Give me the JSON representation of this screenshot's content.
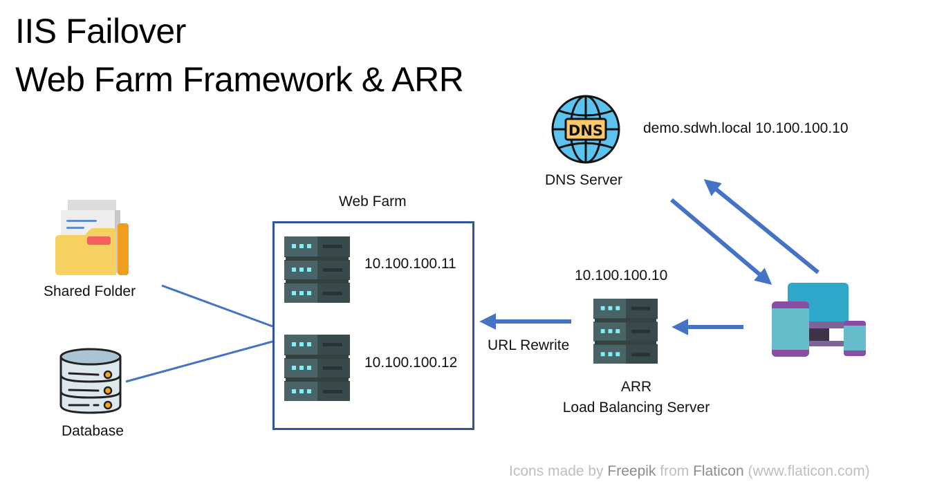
{
  "title": {
    "line1": "IIS Failover",
    "line2": "Web Farm Framework & ARR"
  },
  "dns": {
    "icon": "dns-globe-icon",
    "icon_text": "DNS",
    "label": "DNS Server",
    "record": "demo.sdwh.local 10.100.100.10"
  },
  "web_farm": {
    "label": "Web Farm",
    "servers": [
      {
        "icon": "server-rack-icon",
        "ip": "10.100.100.11"
      },
      {
        "icon": "server-rack-icon",
        "ip": "10.100.100.12"
      }
    ]
  },
  "shared_folder": {
    "icon": "folder-icon",
    "label": "Shared Folder"
  },
  "database": {
    "icon": "database-icon",
    "label": "Database"
  },
  "arr": {
    "icon": "server-rack-icon",
    "ip": "10.100.100.10",
    "label_line1": "ARR",
    "label_line2": "Load Balancing Server"
  },
  "url_rewrite": {
    "label": "URL Rewrite"
  },
  "client": {
    "icon": "devices-icon"
  },
  "credit": {
    "prefix": "Icons made by ",
    "author": "Freepik",
    "middle": " from ",
    "site": "Flaticon",
    "suffix": " (www.flaticon.com)"
  },
  "colors": {
    "connector": "#4472c4",
    "farm_border": "#2f5597",
    "server_light": "#4a6367",
    "server_dark": "#384a4c",
    "server_led": "#7ef0f7",
    "credit_text": "#bfbfbf"
  }
}
